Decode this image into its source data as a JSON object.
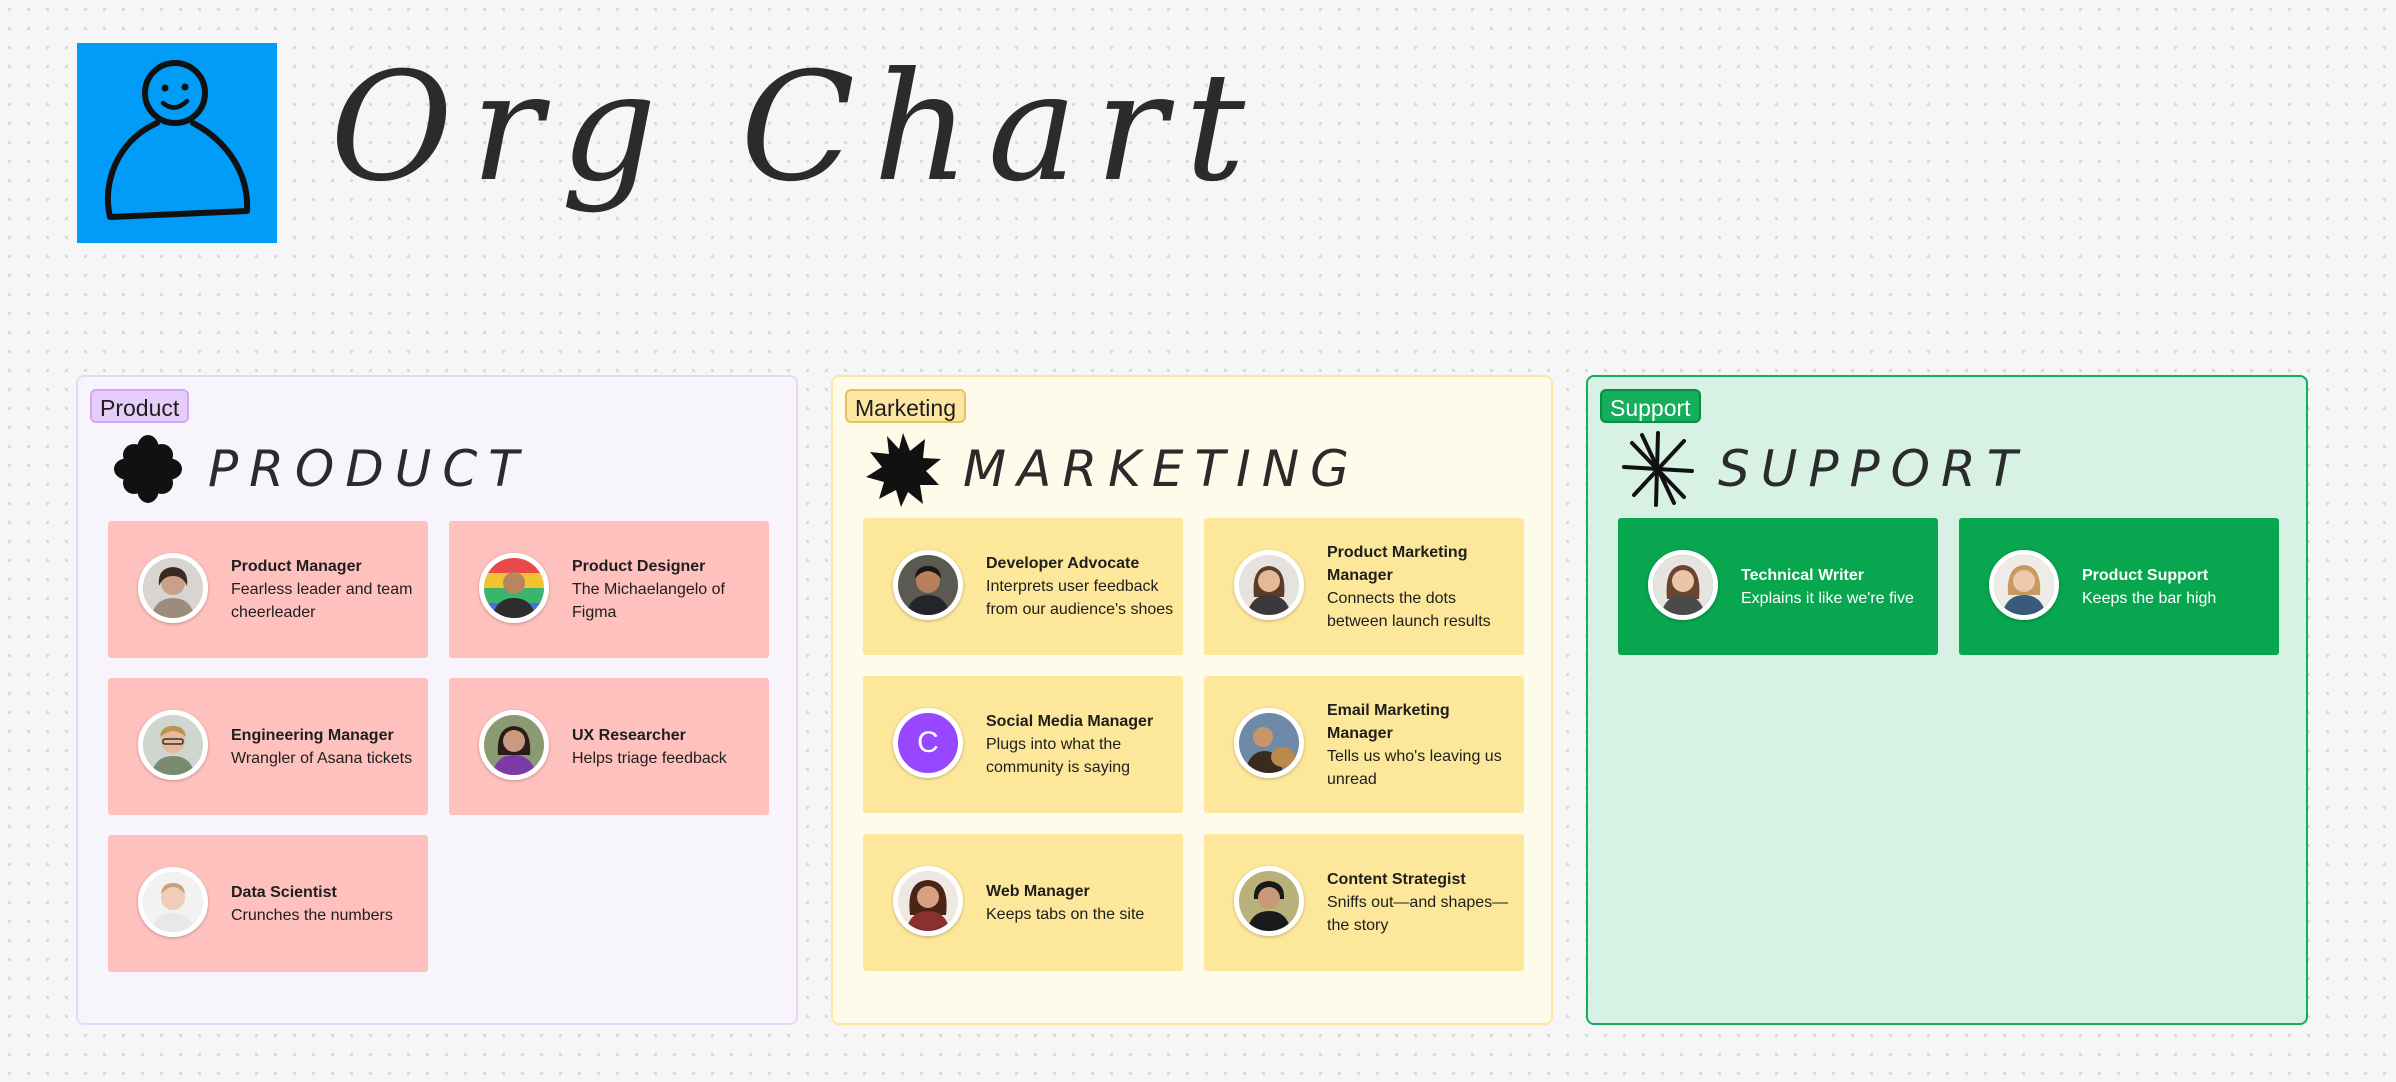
{
  "title": "Org Chart",
  "header_icon": "person-icon",
  "colors": {
    "header_icon_bg": "#009cf7",
    "product_card": "#ffc1bd",
    "marketing_card": "#fde79a",
    "support_card": "#08a64f"
  },
  "sections": [
    {
      "tag": "Product",
      "heading": "PRODUCT",
      "icon": "flower-icon",
      "cards": [
        {
          "role": "Product Manager",
          "desc": "Fearless leader and team cheerleader"
        },
        {
          "role": "Product Designer",
          "desc": "The Michaelangelo of Figma"
        },
        {
          "role": "Engineering Manager",
          "desc": "Wrangler of Asana tickets"
        },
        {
          "role": "UX Researcher",
          "desc": "Helps triage feedback"
        },
        {
          "role": "Data Scientist",
          "desc": "Crunches the numbers"
        }
      ]
    },
    {
      "tag": "Marketing",
      "heading": "MARKETING",
      "icon": "starburst-icon",
      "cards": [
        {
          "role": "Developer Advocate",
          "desc": "Interprets user feedback from our audience's shoes"
        },
        {
          "role": "Product Marketing Manager",
          "desc": "Connects the dots between launch results"
        },
        {
          "role": "Social Media Manager",
          "desc": "Plugs into what the community is saying",
          "avatar_initial": "C"
        },
        {
          "role": "Email Marketing Manager",
          "desc": "Tells us who's leaving us unread"
        },
        {
          "role": "Web Manager",
          "desc": "Keeps tabs on the site"
        },
        {
          "role": "Content Strategist",
          "desc": "Sniffs out—and shapes—the story"
        }
      ]
    },
    {
      "tag": "Support",
      "heading": "SUPPORT",
      "icon": "sparkle-icon",
      "cards": [
        {
          "role": "Technical Writer",
          "desc": "Explains it like we're five"
        },
        {
          "role": "Product Support",
          "desc": "Keeps the bar high"
        }
      ]
    }
  ]
}
